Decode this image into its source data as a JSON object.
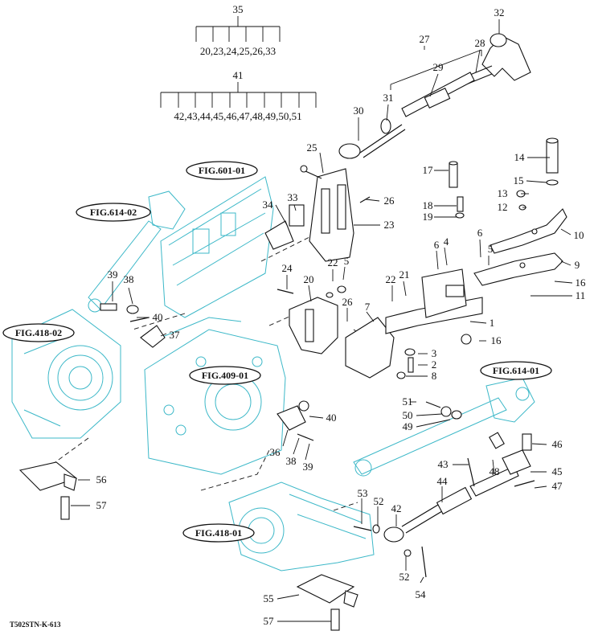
{
  "groups": [
    {
      "id": "35",
      "members": "20,23,24,25,26,33"
    },
    {
      "id": "41",
      "members": "42,43,44,45,46,47,48,49,50,51"
    },
    {
      "id": "27",
      "members": ""
    }
  ],
  "references": [
    "FIG.601-01",
    "FIG.614-02",
    "FIG.418-02",
    "FIG.409-01",
    "FIG.614-01",
    "FIG.418-01"
  ],
  "labels": {
    "l32": "32",
    "l28": "28",
    "l29": "29",
    "l30": "30",
    "l31": "31",
    "l25": "25",
    "l14": "14",
    "l15": "15",
    "l13": "13",
    "l12": "12",
    "l17": "17",
    "l18": "18",
    "l19": "19",
    "l26a": "26",
    "l23": "23",
    "l34": "34",
    "l33": "33",
    "l10": "10",
    "l6a": "6",
    "l4": "4",
    "l6b": "6",
    "l5a": "5",
    "l9": "9",
    "l24": "24",
    "l20": "20",
    "l22a": "22",
    "l5b": "5",
    "l22b": "22",
    "l21": "21",
    "l16a": "16",
    "l11": "11",
    "l39a": "39",
    "l38a": "38",
    "l40a": "40",
    "l37": "37",
    "l26b": "26",
    "l7": "7",
    "l1": "1",
    "l16b": "16",
    "l3": "3",
    "l2": "2",
    "l8": "8",
    "l51": "51",
    "l50": "50",
    "l49": "49",
    "l40b": "40",
    "l36": "36",
    "l38b": "38",
    "l39b": "39",
    "l46": "46",
    "l43": "43",
    "l48": "48",
    "l45": "45",
    "l47": "47",
    "l44": "44",
    "l56": "56",
    "l57a": "57",
    "l53": "53",
    "l52a": "52",
    "l42": "42",
    "l52b": "52",
    "l54": "54",
    "l55": "55",
    "l57b": "57"
  },
  "drawing_code": "T502STN-K-613"
}
